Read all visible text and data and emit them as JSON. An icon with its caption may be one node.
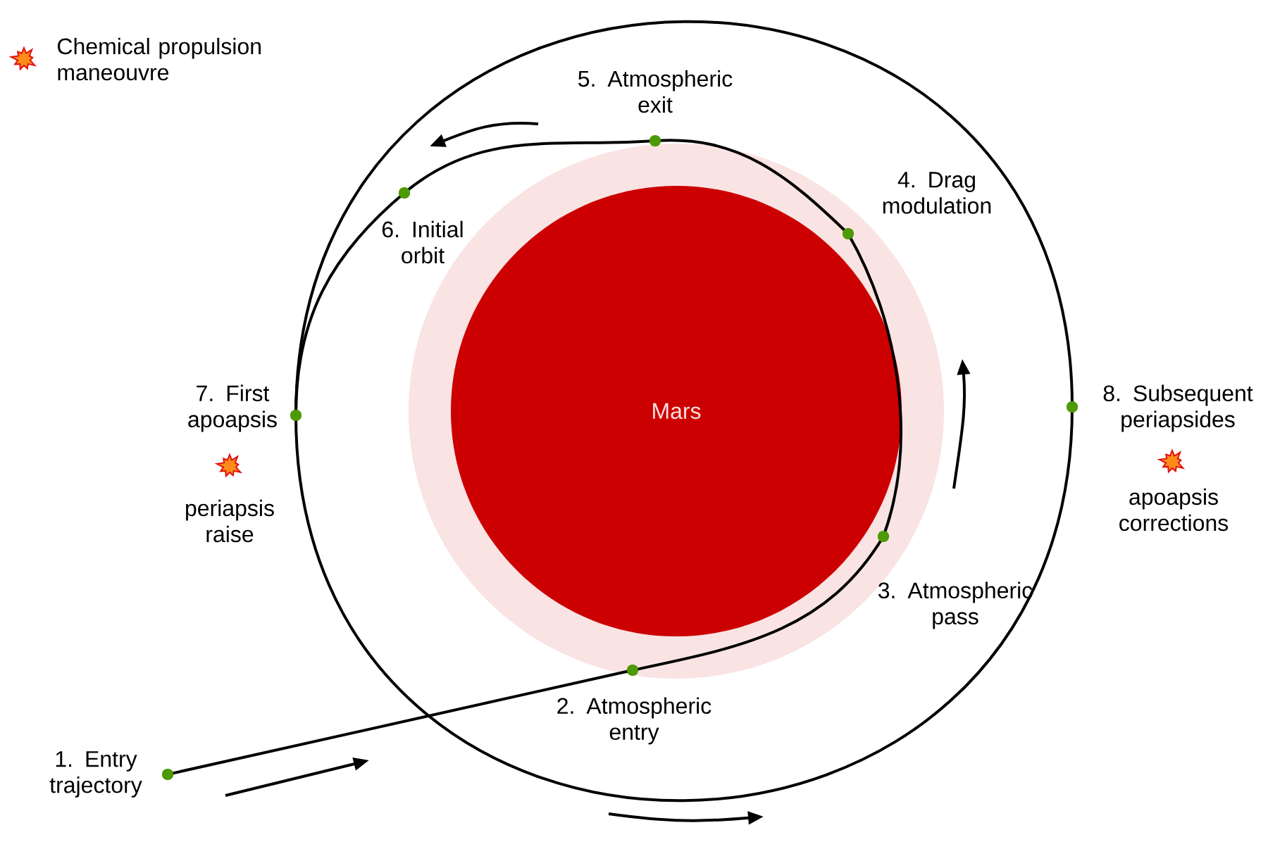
{
  "diagram": {
    "nodes": [
      {
        "text": [
          "Mars"
        ]
      },
      {
        "text": [],
        "shape": "circle",
        "beside": [
          "1. Entry trajectory"
        ]
      },
      {
        "text": [],
        "shape": "circle",
        "beside": [
          "2. Atmospheric entry"
        ]
      },
      {
        "text": [],
        "shape": "circle"
      },
      {
        "text": [],
        "shape": "circle"
      },
      {
        "text": [],
        "shape": "circle",
        "beside": [
          "5. Atmospheric exit"
        ]
      },
      {
        "text": [],
        "shape": "circle"
      },
      {
        "text": [],
        "shape": "circle",
        "beside": [
          "7. First apoapsis",
          "periapsis raise"
        ]
      },
      {
        "text": [],
        "shape": "circle",
        "beside": [
          "8. Subsequent periapsides",
          "apoapsis corrections"
        ]
      }
    ],
    "edges": [
      {
        "from": 1,
        "to": 2,
        "arrow": "none"
      },
      {
        "from": 2,
        "to": 3,
        "arrow": "none"
      },
      {
        "from": 3,
        "to": 4,
        "arrow": "none"
      },
      {
        "from": 4,
        "to": 5,
        "arrow": "none"
      },
      {
        "from": 5,
        "to": 6,
        "arrow": "none"
      },
      {
        "from": 6,
        "to": 7,
        "arrow": "none"
      },
      {
        "from": 7,
        "to": 8,
        "arrow": "none"
      },
      {
        "from": 8,
        "to": 7,
        "arrow": "none"
      }
    ],
    "labels": [
      "4. Drag modulation",
      "6. Initial orbit",
      "3. Atmospheric pass"
    ],
    "legend": [
      {
        "text": "Chemical propulsion maneouvre"
      }
    ]
  }
}
